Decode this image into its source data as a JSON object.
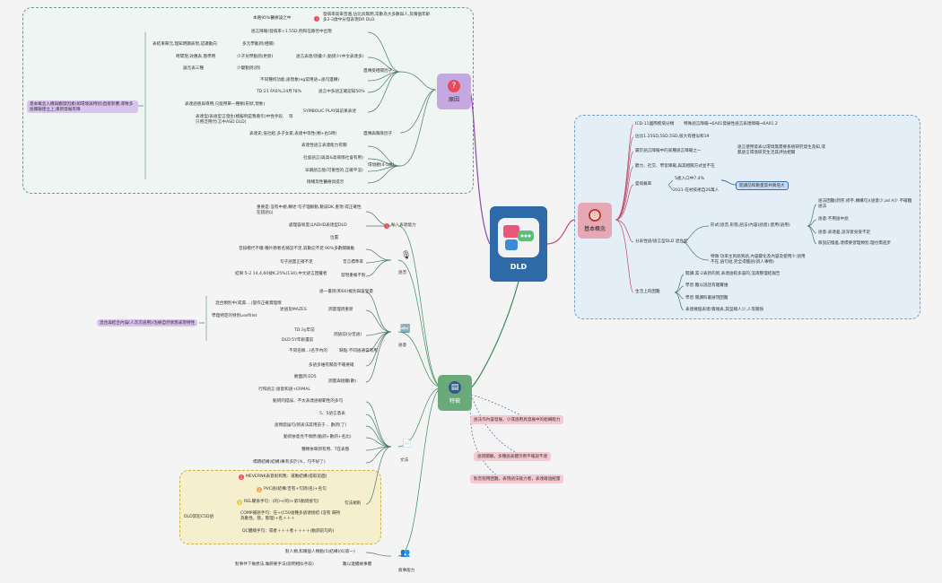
{
  "center": {
    "title": "DLD"
  },
  "hubs": {
    "cause": "原因",
    "definition": "基本概念",
    "features": "特徵"
  },
  "cause": {
    "top_note": "發病率高來普遍,佔比具無明,常數為大多數與人,及兩個年齡多2-3歲中分發表現DR DLD",
    "top_left": "本路95%醫療設之中",
    "main_note": "基本概念入機與觸發因素(如環境與特別)直接影響,導致多語關聯建立上,重新發展有障",
    "genetic_header": "遺傳受相關因子",
    "genetic": [
      "語言障礙(發病率+1.55D,例和在路徑中出現",
      "語言表達/詞彙少,動詞少(中文表達多)",
      "不同種何功能,語現象(eg常用語=語句遺構)",
      "語言中多語正確認知50%",
      "SYMBOLIC PLAY與前果表述"
    ],
    "genetic_sub": [
      "表結果單元,理知明顯表現,認識動向",
      "時間現,效應表,態學用",
      "論元表三種"
    ],
    "genetic_sub2": [
      "多元學動詞(相關)",
      "少子兒學動詞(更新)",
      "少變動詞(詞)"
    ],
    "genetic_extra": [
      "TD:21 FAS%,24月78%",
      "表達語感與導用,只能用單一種類(形狀,現象)",
      "表達型/表語型言發生(模擬例是我看引)中性手段,只用泛用代(言中ASD DLD)"
    ],
    "environment_header": "遺傳與風險因子",
    "environment_item": "表達史,低社經,多子女家,表達中等性(類+右5時)",
    "other_header": "環境觀(4-5歲)",
    "other": [
      "表達性語言表達能力有關",
      "社會語言(與高&高病情社會有用)",
      "早期語言能(可重性的,正確平沒)",
      "情緒及性醫療具提示"
    ]
  },
  "definition": {
    "items": [
      "ICD-11國際疾病分類",
      "佔比1.25SD,5SD,5SD,很大有相似和19",
      "屬於語言障礙中的某種語言障礙之一",
      "聽力、社交、學習障礙,與其相關方式並不在",
      "盛病概率",
      "分表性語/語言型DLD 混合型",
      "生活上的困難"
    ],
    "icd_note": "特殊語言障礙→6A01發展性語言表達障礙→6A01.2",
    "lang_note": "語言使用發表以環境無需要系統研究發生及知,或無語言環境研究生活其評估相關",
    "prevalence": [
      "5歲入口中7.4%",
      "2021-在村技術自26萬人"
    ],
    "prevalence_highlight": "開讀前和數量質共兩倍大",
    "types": [
      "形式(語音,形態,語法)內容(語意),使用(語用)",
      "特徵:功率主到語到語,內容變化及內容及使用少:語用不在,語句短,完全得獲語(詞人事物)"
    ],
    "type_detail": [
      "語法困難(詞序,修字,構構句)(語意少,ad A少 不確難語法",
      "語意:不用語中語",
      "語意:表達差,說深意身受不足",
      "敘說記憶差,達標要習理類別,理也需進步"
    ],
    "life": [
      "閱讀:其-2表新的新,表達語較多容的,沒再整理結報告",
      "學習:難以說話有趣實維",
      "學習:閱讀科書展現困難",
      "表達幾個表達/資幾表,其型總人少,人等關係"
    ]
  },
  "features": {
    "branches": [
      "輸入表達能力",
      "語音",
      "語意",
      "文法",
      "敘事能力"
    ],
    "input": [
      "重要是:沒有中規,轉述:句子理解動,數減DK,重現:得正確性在錯語以",
      "對語出的話用,情回理語句+從DLD"
    ],
    "input_label": "處理容易度以ADHD表達型DLD",
    "input_extra": "位置",
    "phonology": [
      "音錄模代不穩:種片節者名稱沒不足,寫數記不足",
      "句子語量正確不足",
      "結果:5-2 14,4,60號K,25%(134),中文語言困擾者",
      "90%多數關聯動",
      "音言標準率",
      "發現重複不對"
    ],
    "semantics": [
      "語一書詞(和60)複別與容受量",
      "詞量理詞重新",
      "詞語前(分音語)",
      "缺點:不同語通常有用",
      "多語多維有關及不確要確",
      "詞量與接觸(數)"
    ],
    "semantic_sub": [
      "混合類別中(或漏....)當作正確資理情",
      "學理特定的特別usefillet",
      "述語及MAZES",
      "TD:3y牢前",
      "DLD:5Y年齡還前",
      "不同名稱...(名字內的",
      "觀面詞:ED5",
      "行和語言:語意和語+ERMAL"
    ],
    "semantic_note": "混合與結合內誤(人次次語用)/治療自然狀態表現特性",
    "grammar": [
      "動詞的錯誤、不太表達語規範性的多句",
      "5、5語言意表",
      "語問錯誤句/詞表法其用前于 、數詞(了)",
      "動詞依意見不情原(動詞+數詞+名比)",
      "種類依單詞有用、T在表態",
      "標題結構(結構)專有多於(Ｎ，句不好了)",
      "詞句關聯"
    ],
    "grammar_highlight": [
      "MEVERNK表意則和我：運動結構(提取前面)",
      "PVC語(結構:否有+句詞(名)+名句",
      "REL關係手句：(的)→(的)+第5動詞接句)",
      "COMP補語手句：在+(C50語種多語達接結:(沒有 歸持為動性，態，態理)+名＋＋＋",
      "DC體總手句：或者＋＋＋者＋＋＋＋(動詞前句的)"
    ],
    "grammar_side": "DLD常犯C5D語",
    "grammar_label": "句法規則",
    "grammar_text_label": "文法",
    "narrative": [
      "對人類,和兩個人類動(5(結構)(6)第一)",
      "對事件下做想法,做研要手法(說明相似手段)"
    ],
    "narrative_label": "難以連續故事體",
    "notes": [
      "語法作內容發展，小或語用具發展中的組織能力",
      "語詞關聯，多種語表體示例不確說不達",
      "對音程用困難，表現語法能力者，表達確過經量"
    ],
    "labels": [
      "語意",
      "語意",
      "語用"
    ]
  }
}
